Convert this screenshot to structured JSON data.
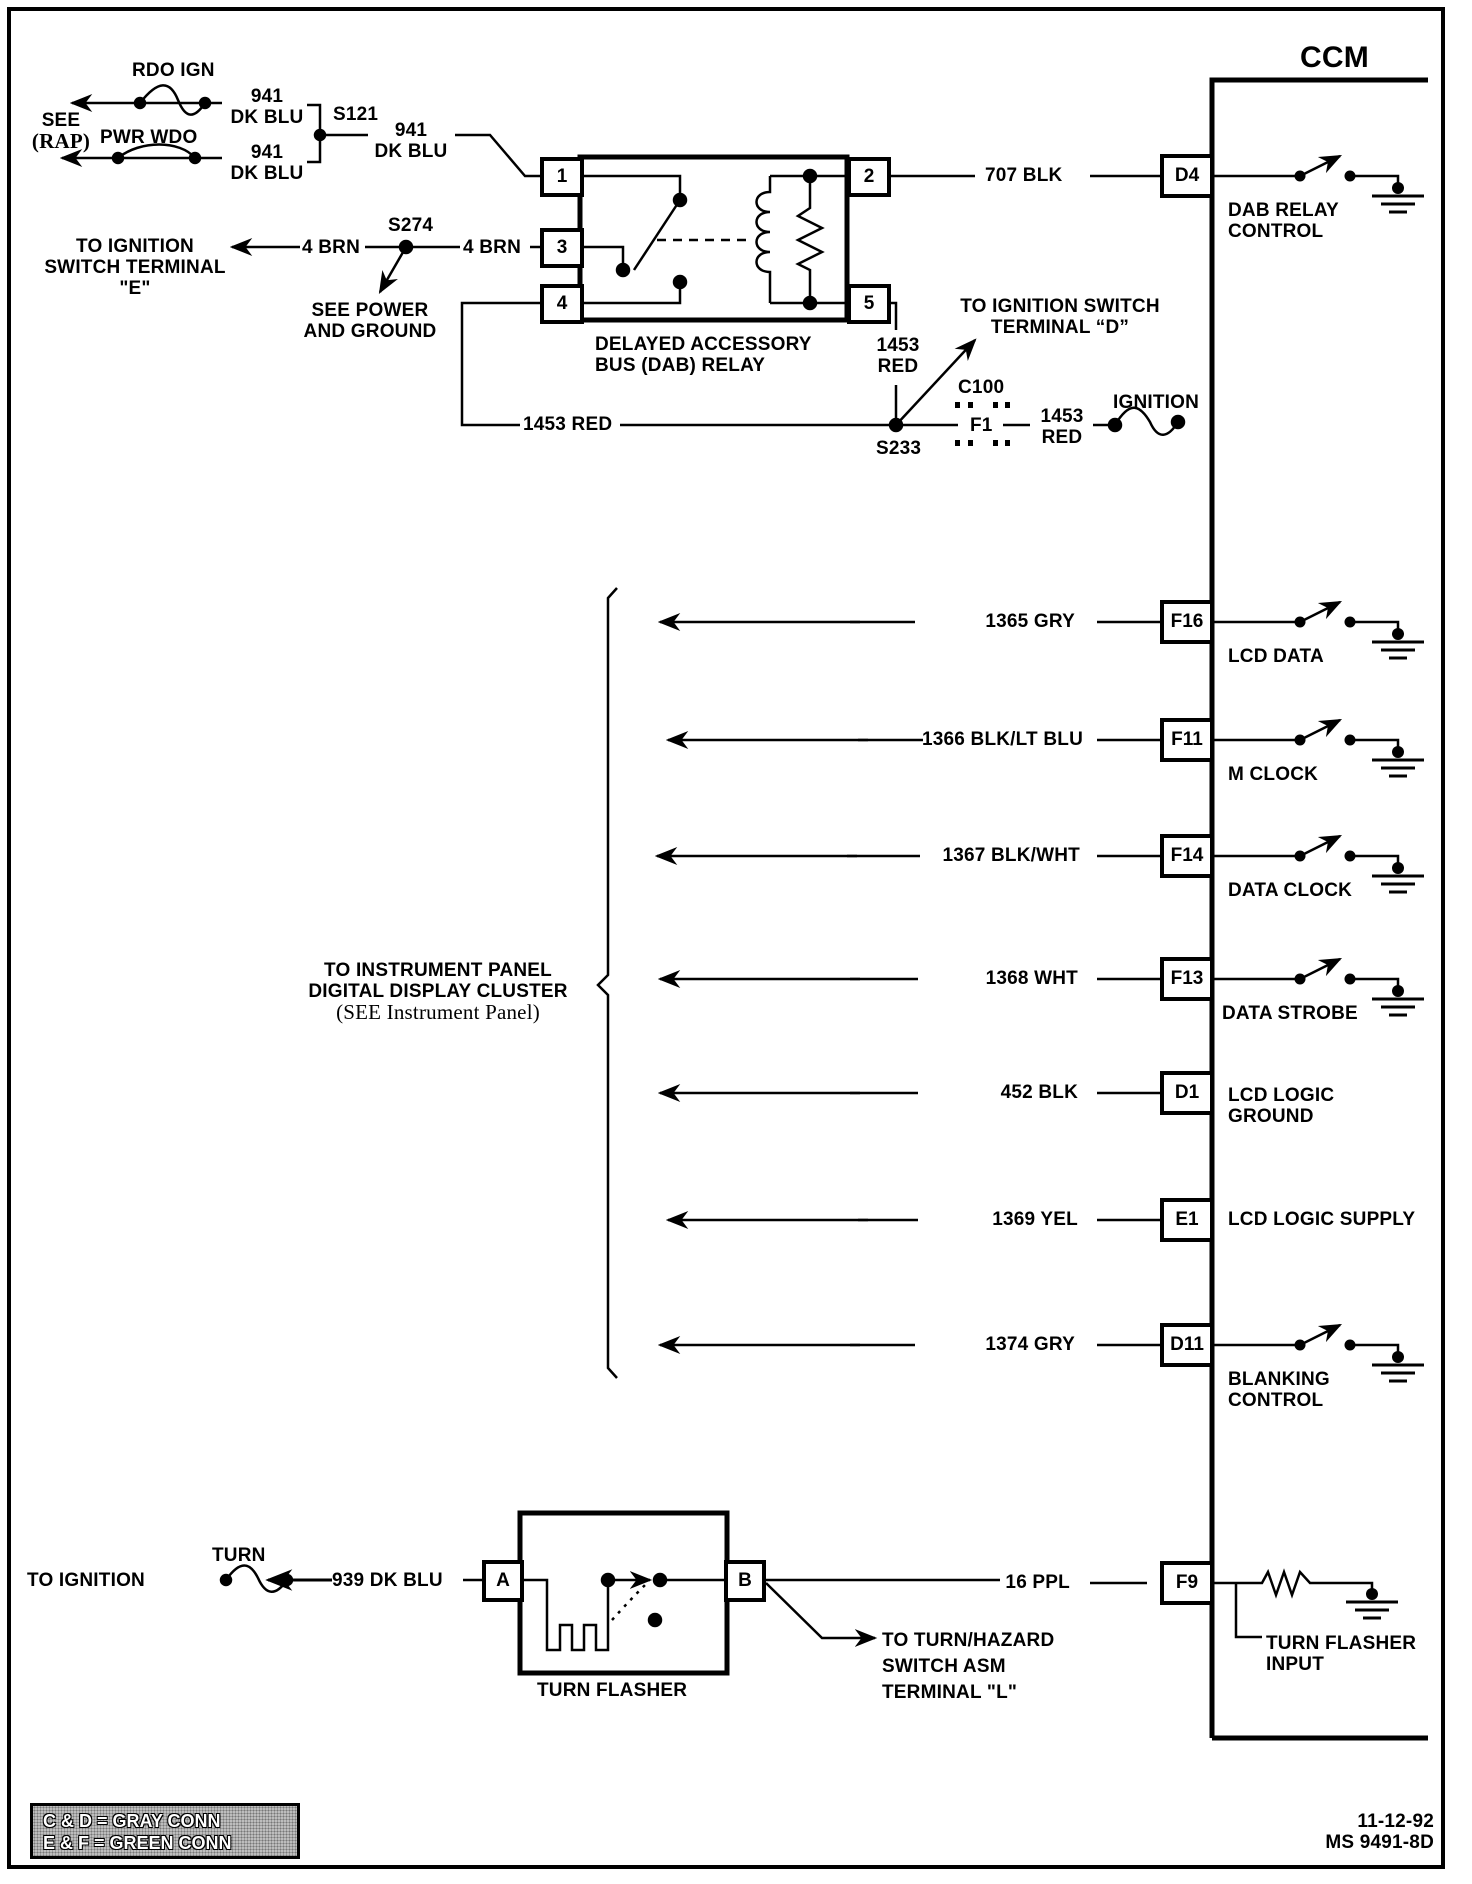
{
  "module": {
    "title": "CCM"
  },
  "top_left": {
    "fuse_rdo_ign": "RDO IGN",
    "fuse_pwr_wdo": "PWR WDO",
    "see_rap": [
      "SEE",
      "(RAP)"
    ],
    "wire_941_top": [
      "941",
      "DK BLU"
    ],
    "wire_941_bottom": [
      "941",
      "DK BLU"
    ],
    "splice_s121": "S121",
    "wire_941_out": [
      "941",
      "DK BLU"
    ]
  },
  "ignition_e": {
    "label": [
      "TO IGNITION",
      "SWITCH TERMINAL",
      "\"E\""
    ],
    "wire_left": "4 BRN",
    "splice": "S274",
    "wire_right": "4 BRN",
    "see_power": [
      "SEE POWER",
      "AND GROUND"
    ]
  },
  "relay": {
    "name": [
      "DELAYED ACCESSORY",
      "BUS (DAB) RELAY"
    ],
    "pins": [
      "1",
      "2",
      "3",
      "4",
      "5"
    ]
  },
  "relay_outputs": {
    "wire_707": "707 BLK",
    "wire_1453_vert": [
      "1453",
      "RED"
    ],
    "wire_1453_bottom": "1453 RED",
    "splice_s233": "S233",
    "ignition_d": [
      "TO IGNITION SWITCH",
      "TERMINAL “D”"
    ],
    "connector_c100": "C100",
    "connector_f1": "F1",
    "wire_1453_ign": [
      "1453",
      "RED"
    ],
    "fuse_ignition": "IGNITION"
  },
  "cluster": {
    "label": [
      "TO INSTRUMENT PANEL",
      "DIGITAL DISPLAY CLUSTER"
    ],
    "see": "(SEE Instrument  Panel)"
  },
  "pins": [
    {
      "pin": "D4",
      "wire": "707 BLK",
      "function": [
        "DAB RELAY",
        "CONTROL"
      ],
      "switch": true
    },
    {
      "pin": "F16",
      "wire": "1365 GRY",
      "function": [
        "LCD DATA"
      ],
      "switch": true
    },
    {
      "pin": "F11",
      "wire": "1366 BLK/LT BLU",
      "function": [
        "M CLOCK"
      ],
      "switch": true
    },
    {
      "pin": "F14",
      "wire": "1367 BLK/WHT",
      "function": [
        "DATA CLOCK"
      ],
      "switch": true
    },
    {
      "pin": "F13",
      "wire": "1368 WHT",
      "function": [
        "DATA STROBE"
      ],
      "switch": true
    },
    {
      "pin": "D1",
      "wire": "452 BLK",
      "function": [
        "LCD LOGIC",
        "GROUND"
      ],
      "switch": false
    },
    {
      "pin": "E1",
      "wire": "1369 YEL",
      "function": [
        "LCD LOGIC SUPPLY"
      ],
      "switch": false
    },
    {
      "pin": "D11",
      "wire": "1374 GRY",
      "function": [
        "BLANKING",
        "CONTROL"
      ],
      "switch": true
    },
    {
      "pin": "F9",
      "wire": "16 PPL",
      "function": [
        "TURN FLASHER",
        "INPUT"
      ],
      "switch": false
    }
  ],
  "turn": {
    "to_ignition": "TO IGNITION",
    "fuse": "TURN",
    "wire_939": "939 DK BLU",
    "pin_a": "A",
    "pin_b": "B",
    "flasher": "TURN FLASHER",
    "hazard": [
      "TO TURN/HAZARD",
      "SWITCH ASM",
      "TERMINAL \"L\""
    ]
  },
  "legend": [
    "C & D = GRAY CONN",
    "E & F = GREEN CONN"
  ],
  "footer": {
    "date": "11-12-92",
    "code": "MS 9491-8D"
  }
}
